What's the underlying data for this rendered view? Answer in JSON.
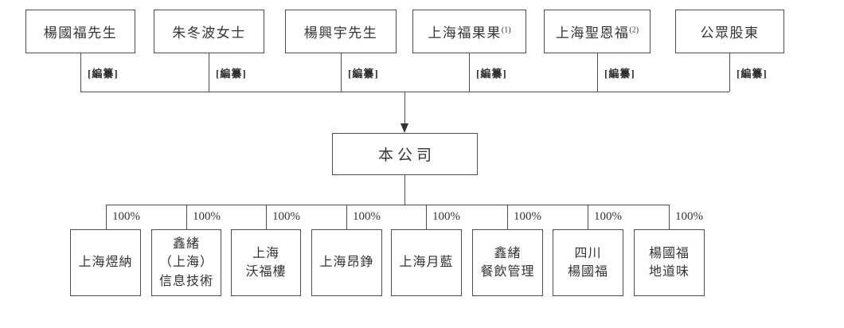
{
  "diagram": {
    "shareholders": [
      {
        "name": "楊國福先生",
        "stake": "[編纂]"
      },
      {
        "name": "朱冬波女士",
        "stake": "[編纂]"
      },
      {
        "name": "楊興宇先生",
        "stake": "[編纂]"
      },
      {
        "name": "上海福果果",
        "note": "(1)",
        "stake": "[編纂]"
      },
      {
        "name": "上海聖恩福",
        "note": "(2)",
        "stake": "[編纂]"
      },
      {
        "name": "公眾股東",
        "stake": "[編纂]"
      }
    ],
    "company": {
      "name": "本公司"
    },
    "subsidiaries": [
      {
        "name": "上海煜納",
        "stake": "100%"
      },
      {
        "name": "鑫緒\n（上海）\n信息技術",
        "stake": "100%"
      },
      {
        "name": "上海\n沃福樓",
        "stake": "100%"
      },
      {
        "name": "上海昂錚",
        "stake": "100%"
      },
      {
        "name": "上海月藍",
        "stake": "100%"
      },
      {
        "name": "鑫緒\n餐飲管理",
        "stake": "100%"
      },
      {
        "name": "四川\n楊國福",
        "stake": "100%"
      },
      {
        "name": "楊國福\n地道味",
        "stake": "100%"
      }
    ]
  }
}
